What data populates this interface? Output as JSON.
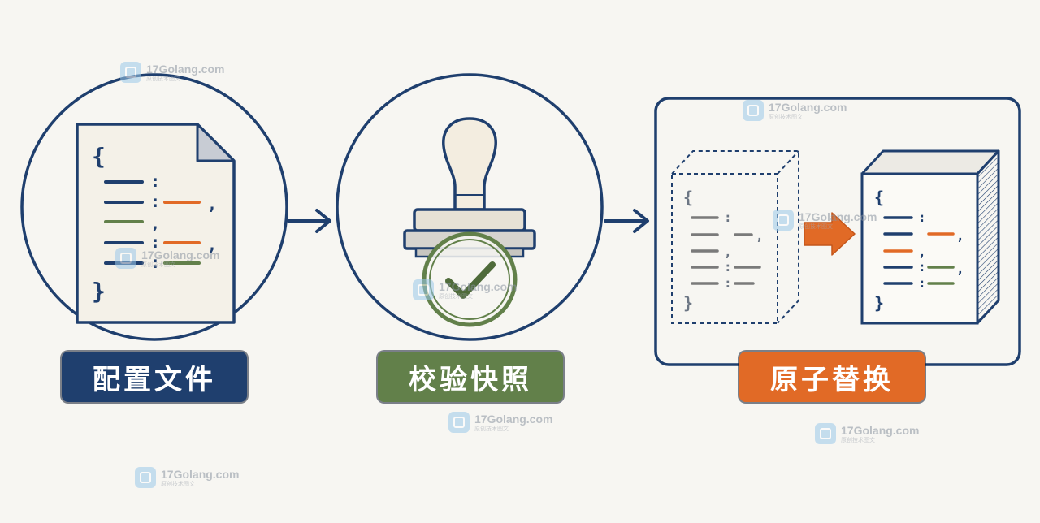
{
  "steps": [
    {
      "label": "配置文件",
      "color": "#1f3f6e"
    },
    {
      "label": "校验快照",
      "color": "#62804a"
    },
    {
      "label": "原子替换",
      "color": "#e16a26"
    }
  ],
  "code": {
    "open_brace": "{",
    "close_brace": "}",
    "colon": ":",
    "comma": ","
  },
  "watermark": {
    "text": "17Golang.com",
    "sub": "原创技术图文"
  },
  "colors": {
    "navy": "#1f3f6e",
    "green": "#62804a",
    "orange": "#e16a26",
    "gray": "#7a7a7a",
    "paper": "#f7f6f2"
  }
}
